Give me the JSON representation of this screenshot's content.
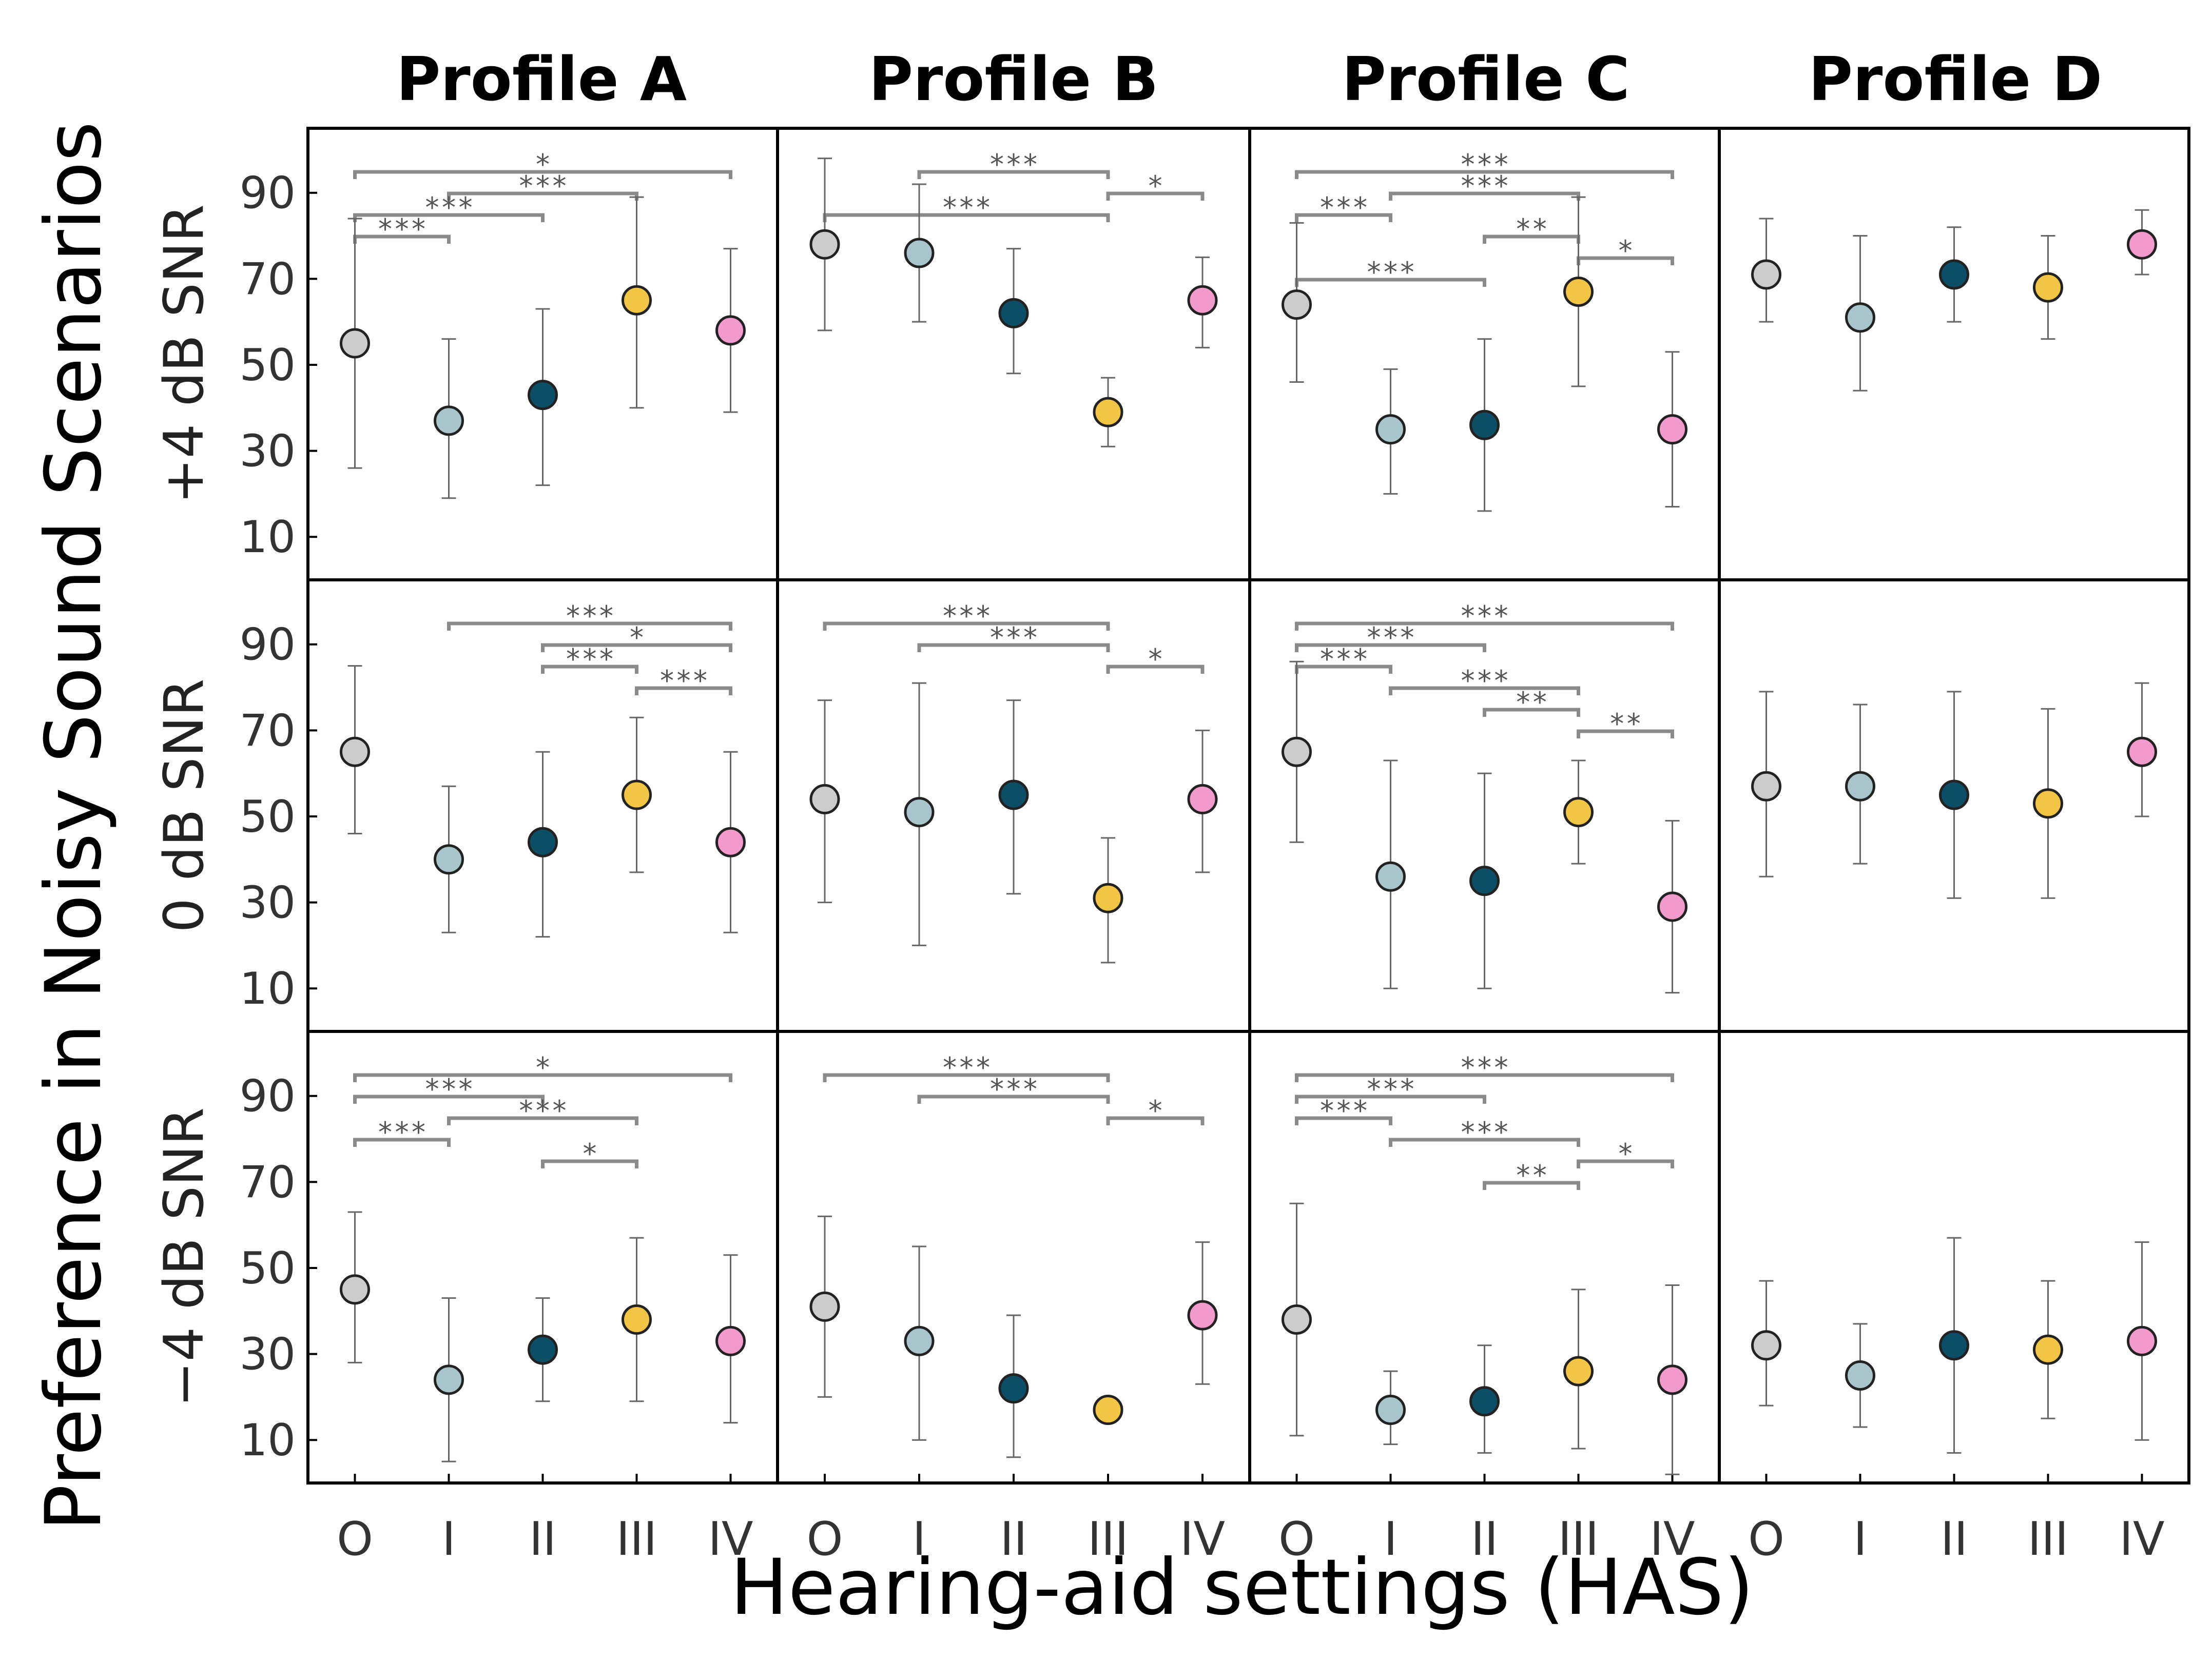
{
  "chart_data": {
    "type": "scatter",
    "ylabel": "Preference in Noisy Sound Scenarios",
    "xlabel": "Hearing-aid settings (HAS)",
    "categories": [
      "O",
      "I",
      "II",
      "III",
      "IV"
    ],
    "ylim": [
      0,
      105
    ],
    "yticks": [
      10,
      30,
      50,
      70,
      90
    ],
    "grid": false,
    "colors": [
      "#cccccc",
      "#a9c5cc",
      "#0c4e66",
      "#f2c544",
      "#f29acb"
    ],
    "columns": [
      "Profile A",
      "Profile B",
      "Profile C",
      "Profile D"
    ],
    "rows": [
      "+4 dB SNR",
      "0 dB SNR",
      "−4 dB SNR"
    ],
    "panels": [
      [
        {
          "means": [
            55,
            37,
            43,
            65,
            58
          ],
          "lo": [
            26,
            19,
            22,
            40,
            39
          ],
          "hi": [
            84,
            56,
            63,
            89,
            77
          ],
          "sig": [
            [
              0,
              4,
              "*"
            ],
            [
              1,
              3,
              "***"
            ],
            [
              0,
              2,
              "***"
            ],
            [
              0,
              1,
              "***"
            ]
          ]
        },
        {
          "means": [
            78,
            76,
            62,
            39,
            65
          ],
          "lo": [
            58,
            60,
            48,
            31,
            54
          ],
          "hi": [
            98,
            92,
            77,
            47,
            75
          ],
          "sig": [
            [
              1,
              3,
              "***"
            ],
            [
              3,
              4,
              "*"
            ],
            [
              0,
              3,
              "***"
            ]
          ]
        },
        {
          "means": [
            64,
            35,
            36,
            67,
            35
          ],
          "lo": [
            46,
            20,
            16,
            45,
            17
          ],
          "hi": [
            83,
            49,
            56,
            89,
            53
          ],
          "sig": [
            [
              0,
              4,
              "***"
            ],
            [
              1,
              3,
              "***"
            ],
            [
              0,
              1,
              "***"
            ],
            [
              2,
              3,
              "**"
            ],
            [
              3,
              4,
              "*"
            ],
            [
              0,
              2,
              "***"
            ]
          ]
        },
        {
          "means": [
            71,
            61,
            71,
            68,
            78
          ],
          "lo": [
            60,
            44,
            60,
            56,
            71
          ],
          "hi": [
            84,
            80,
            82,
            80,
            86
          ],
          "sig": []
        }
      ],
      [
        {
          "means": [
            65,
            40,
            44,
            55,
            44
          ],
          "lo": [
            46,
            23,
            22,
            37,
            23
          ],
          "hi": [
            85,
            57,
            65,
            73,
            65
          ],
          "sig": [
            [
              1,
              4,
              "***"
            ],
            [
              2,
              4,
              "*"
            ],
            [
              2,
              3,
              "***"
            ],
            [
              3,
              4,
              "***"
            ]
          ]
        },
        {
          "means": [
            54,
            51,
            55,
            31,
            54
          ],
          "lo": [
            30,
            20,
            32,
            16,
            37
          ],
          "hi": [
            77,
            81,
            77,
            45,
            70
          ],
          "sig": [
            [
              0,
              3,
              "***"
            ],
            [
              1,
              3,
              "***"
            ],
            [
              3,
              4,
              "*"
            ]
          ]
        },
        {
          "means": [
            65,
            36,
            35,
            51,
            29
          ],
          "lo": [
            44,
            10,
            10,
            39,
            9
          ],
          "hi": [
            86,
            63,
            60,
            63,
            49
          ],
          "sig": [
            [
              0,
              4,
              "***"
            ],
            [
              0,
              2,
              "***"
            ],
            [
              0,
              1,
              "***"
            ],
            [
              1,
              3,
              "***"
            ],
            [
              2,
              3,
              "**"
            ],
            [
              3,
              4,
              "**"
            ]
          ]
        },
        {
          "means": [
            57,
            57,
            55,
            53,
            65
          ],
          "lo": [
            36,
            39,
            31,
            31,
            50
          ],
          "hi": [
            79,
            76,
            79,
            75,
            81
          ],
          "sig": []
        }
      ],
      [
        {
          "means": [
            45,
            24,
            31,
            38,
            33
          ],
          "lo": [
            28,
            5,
            19,
            19,
            14
          ],
          "hi": [
            63,
            43,
            43,
            57,
            53
          ],
          "sig": [
            [
              0,
              4,
              "*"
            ],
            [
              0,
              2,
              "***"
            ],
            [
              1,
              3,
              "***"
            ],
            [
              0,
              1,
              "***"
            ],
            [
              2,
              3,
              "*"
            ]
          ]
        },
        {
          "means": [
            41,
            33,
            22,
            17,
            39
          ],
          "lo": [
            20,
            10,
            6,
            17,
            23
          ],
          "hi": [
            62,
            55,
            39,
            17,
            56
          ],
          "sig": [
            [
              0,
              3,
              "***"
            ],
            [
              1,
              3,
              "***"
            ],
            [
              3,
              4,
              "*"
            ]
          ]
        },
        {
          "means": [
            38,
            17,
            19,
            26,
            24
          ],
          "lo": [
            11,
            9,
            7,
            8,
            2
          ],
          "hi": [
            65,
            26,
            32,
            45,
            46
          ],
          "sig": [
            [
              0,
              4,
              "***"
            ],
            [
              0,
              2,
              "***"
            ],
            [
              0,
              1,
              "***"
            ],
            [
              1,
              3,
              "***"
            ],
            [
              3,
              4,
              "*"
            ],
            [
              2,
              3,
              "**"
            ]
          ]
        },
        {
          "means": [
            32,
            25,
            32,
            31,
            33
          ],
          "lo": [
            18,
            13,
            7,
            15,
            10
          ],
          "hi": [
            47,
            37,
            57,
            47,
            56
          ],
          "sig": []
        }
      ]
    ]
  }
}
